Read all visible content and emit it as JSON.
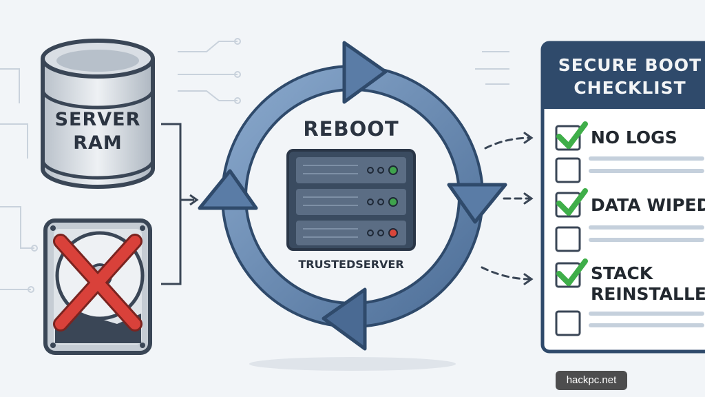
{
  "storage": {
    "ram_label_line1": "SERVER",
    "ram_label_line2": "RAM"
  },
  "cycle": {
    "title": "REBOOT",
    "server_label": "TRUSTEDSERVER",
    "led_colors": [
      "#3fa34d",
      "#3fa34d",
      "#d9463b"
    ]
  },
  "checklist": {
    "title_line1": "SECURE BOOT",
    "title_line2": "CHECKLIST",
    "items": [
      {
        "label": "NO LOGS",
        "checked": true
      },
      {
        "label": "",
        "checked": false
      },
      {
        "label": "DATA WIPED",
        "checked": true
      },
      {
        "label": "",
        "checked": false
      },
      {
        "label": "STACK\nREINSTALLED",
        "line1": "STACK",
        "line2": "REINSTALLED",
        "checked": true
      },
      {
        "label": "",
        "checked": false
      }
    ]
  },
  "colors": {
    "arrow_blue": "#6a8db5",
    "arrow_dark": "#3e5b80",
    "navy": "#2f4a6b",
    "check_green": "#3fae49",
    "cross_red": "#d9413a"
  },
  "watermark": "hackpc.net"
}
